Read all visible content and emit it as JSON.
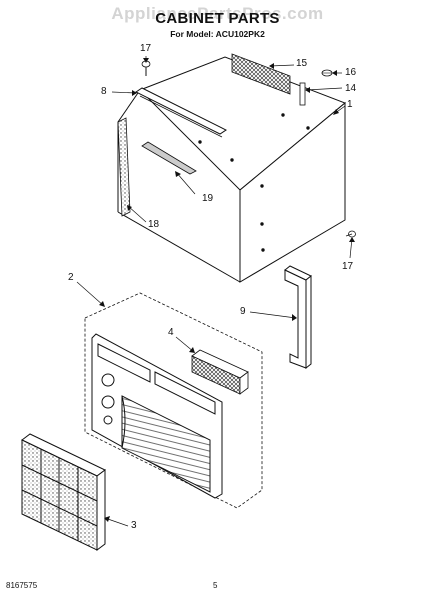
{
  "watermark": "AppliancePartsPros.com",
  "header": {
    "title": "CABINET PARTS",
    "model_line": "For Model: ACU102PK2"
  },
  "callouts": {
    "c1": "1",
    "c2": "2",
    "c3": "3",
    "c4": "4",
    "c8": "8",
    "c9": "9",
    "c14": "14",
    "c15": "15",
    "c16": "16",
    "c17a": "17",
    "c17b": "17",
    "c18": "18",
    "c19": "19"
  },
  "footer": {
    "doc_number": "8167575",
    "page_number": "5"
  }
}
